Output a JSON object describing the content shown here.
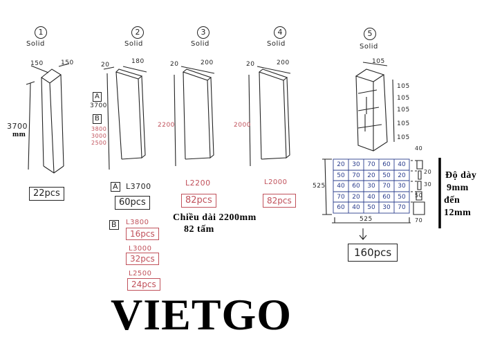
{
  "items": [
    {
      "number": "1",
      "type": "Solid",
      "dims": [
        "150",
        "150"
      ],
      "length": "3700",
      "length_unit": "mm",
      "qty": "22pcs"
    },
    {
      "number": "2",
      "type": "Solid",
      "dims": [
        "20",
        "180"
      ],
      "group_a_label": "A",
      "group_a_len": "3700",
      "group_b_label": "B",
      "group_b_lens": [
        "3800",
        "3000",
        "2500"
      ],
      "orders_a": {
        "label": "A",
        "length": "L3700",
        "qty": "60pcs"
      },
      "orders_b": {
        "label": "B",
        "lines": [
          {
            "length": "L3800",
            "qty": "16pcs"
          },
          {
            "length": "L3000",
            "qty": "32pcs"
          },
          {
            "length": "L2500",
            "qty": "24pcs"
          }
        ]
      }
    },
    {
      "number": "3",
      "type": "Solid",
      "dims": [
        "20",
        "200"
      ],
      "length": "2200",
      "order_length": "L2200",
      "qty": "82pcs"
    },
    {
      "number": "4",
      "type": "Solid",
      "dims": [
        "20",
        "200"
      ],
      "length": "2000",
      "order_length": "L2000",
      "qty": "82pcs"
    },
    {
      "number": "5",
      "type": "Solid",
      "top_dim": "105",
      "step_dims": [
        "105",
        "105",
        "105",
        "105",
        "105"
      ],
      "grid_width": "525",
      "grid_height": "525",
      "grid": [
        [
          "20",
          "30",
          "70",
          "60",
          "40"
        ],
        [
          "50",
          "70",
          "20",
          "50",
          "20"
        ],
        [
          "40",
          "60",
          "30",
          "70",
          "30"
        ],
        [
          "70",
          "20",
          "40",
          "60",
          "50"
        ],
        [
          "60",
          "40",
          "50",
          "30",
          "70"
        ]
      ],
      "profile_dims": [
        "40",
        "20",
        "30",
        "50",
        "70"
      ],
      "qty": "160pcs"
    }
  ],
  "notes": {
    "length_note": "Chiều dài 2200mm",
    "count_note": "82 tấm",
    "thickness": [
      "Độ dày",
      "9mm",
      "đến",
      "12mm"
    ]
  },
  "brand": "VIETGO",
  "colors": {
    "ink": "#222222",
    "red": "#c0505a",
    "grid": "#2a3c8c"
  }
}
